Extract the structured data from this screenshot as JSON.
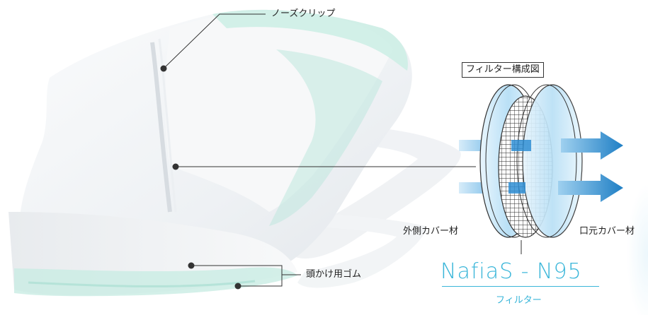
{
  "labels": {
    "nose_clip": "ノーズクリップ",
    "ear_rubber": "頭かけ用ゴム",
    "diagram_title": "フィルター構成図",
    "outer_cover": "外側カバー材",
    "mouth_cover": "口元カバー材"
  },
  "brand": {
    "name": "NafiaS - N95",
    "subtitle": "フィルター"
  },
  "colors": {
    "accent": "#3ab6d9",
    "arrow": "#1f7fc5",
    "mask_edge": "#bfe8de",
    "leader_line": "#333333"
  }
}
